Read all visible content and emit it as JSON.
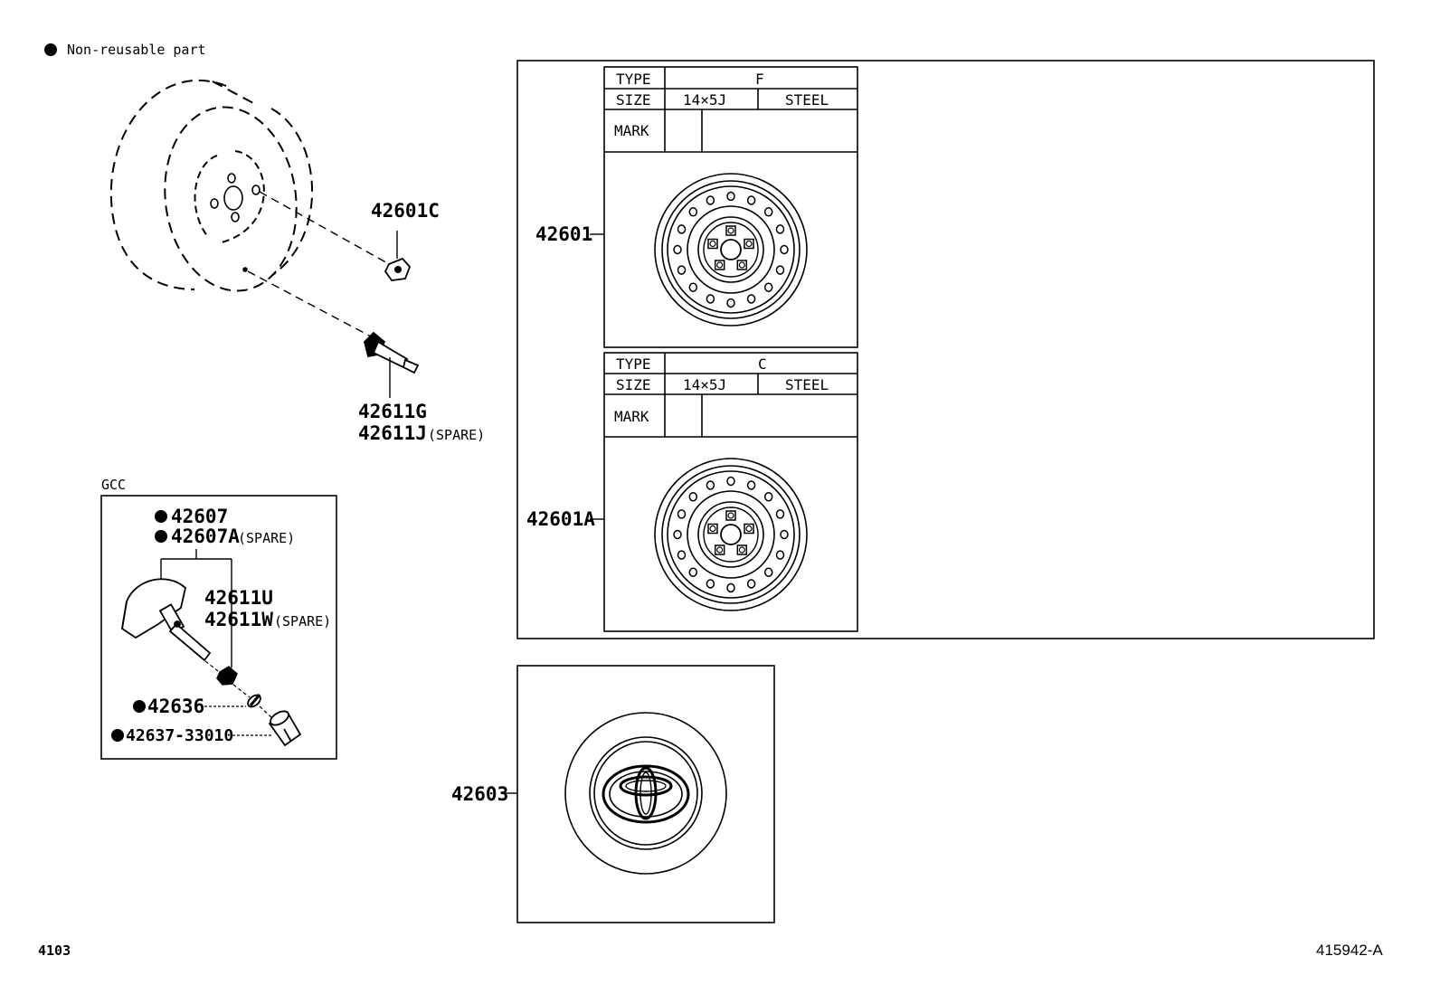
{
  "legend": {
    "text": "Non-reusable part"
  },
  "labels": {
    "nut": "42601C",
    "valve": "42611G",
    "valve_spare": "42611J",
    "spare_suffix": "(SPARE)",
    "gcc_title": "GCC",
    "sensor": "42607",
    "sensor_spare": "42607A",
    "sensor_valve": "42611U",
    "sensor_valve_spare": "42611W",
    "grommet": "42636",
    "cap": "42637-33010",
    "wheel_f": "42601",
    "wheel_c": "42601A",
    "ornament": "42603"
  },
  "spec_tables": [
    {
      "type_label": "TYPE",
      "type_value": "F",
      "size_label": "SIZE",
      "size_value": "14×5J",
      "material": "STEEL",
      "mark_label": "MARK"
    },
    {
      "type_label": "TYPE",
      "type_value": "C",
      "size_label": "SIZE",
      "size_value": "14×5J",
      "material": "STEEL",
      "mark_label": "MARK"
    }
  ],
  "footer": {
    "left_code": "4103",
    "right_code": "415942-A"
  }
}
